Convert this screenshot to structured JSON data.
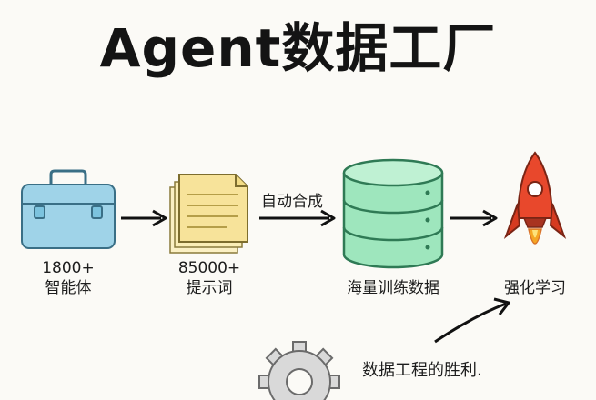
{
  "title": "Agent数据工厂",
  "nodes": [
    {
      "count": "1800+",
      "label": "智能体",
      "icon": "toolbox-icon"
    },
    {
      "count": "85000+",
      "label": "提示词",
      "icon": "documents-icon"
    },
    {
      "label": "海量训练数据",
      "icon": "database-icon"
    },
    {
      "label": "强化学习",
      "icon": "rocket-icon"
    }
  ],
  "edges": [
    {
      "from": 0,
      "to": 1,
      "label": ""
    },
    {
      "from": 1,
      "to": 2,
      "label": "自动合成"
    },
    {
      "from": 2,
      "to": 3,
      "label": ""
    }
  ],
  "caption": "数据工程的胜利.",
  "colors": {
    "toolbox": "#7cc3de",
    "documents": "#f2dc86",
    "database": "#7fd8a6",
    "rocket": "#e8482c",
    "gear": "#9a9a9a"
  }
}
